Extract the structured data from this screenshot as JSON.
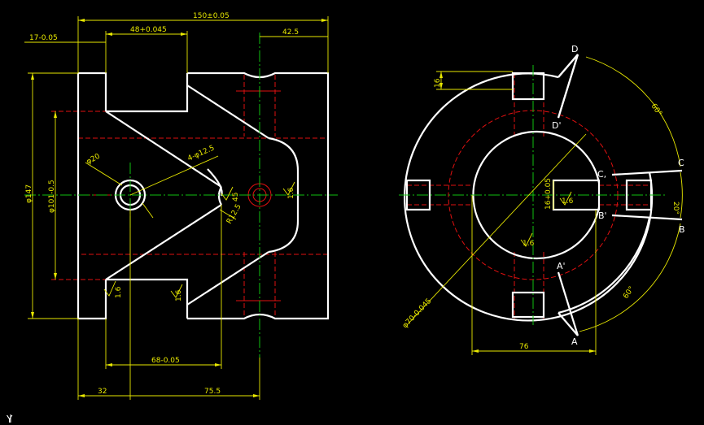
{
  "dimensions": {
    "overall_width": "150±0.05",
    "flange_width": "17-0.05",
    "pocket_offset": "48+0.045",
    "right_offset": "42.5",
    "overall_height": "φ147",
    "inner_height": "φ101-0.5",
    "diameter_20": "φ20",
    "diameter_12_5": "4-φ12.5",
    "radius_12_5": "R12.5",
    "bottom_68": "68-0.05",
    "bottom_32": "32",
    "bottom_75_5": "75.5",
    "vgroove_45": "45",
    "right_diameter": "φ70-0.045",
    "bore_76": "76",
    "slot_16": "16+0.05",
    "depth_16": "16",
    "angle_60_top": "60°",
    "angle_20": "20°",
    "angle_60_bottom": "60°"
  },
  "roughness": {
    "r1": "1.6",
    "r2": "1.6",
    "r3": "1.6",
    "r4": "1.6",
    "r5": "1.6",
    "r6": "1.6"
  },
  "point_labels": {
    "A": "A",
    "A_prime": "A'",
    "B": "B",
    "B_prime": "B'",
    "C": "C",
    "C_prime": "C,",
    "D": "D",
    "D_prime": "D'"
  },
  "ucs": {
    "y_axis": "Y"
  }
}
